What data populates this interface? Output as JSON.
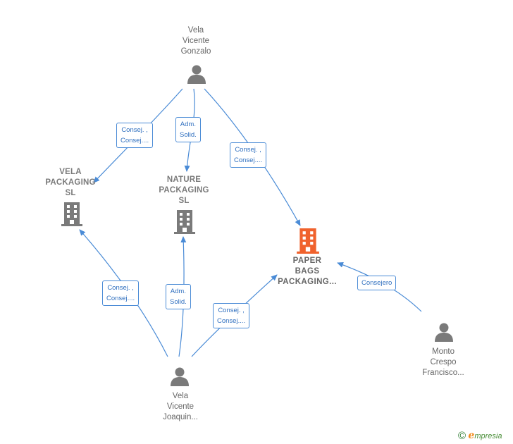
{
  "persons": {
    "vela_gonzalo": {
      "label": "Vela\nVicente\nGonzalo",
      "icon": "person-icon"
    },
    "vela_joaquin": {
      "label": "Vela\nVicente\nJoaquin...",
      "icon": "person-icon"
    },
    "monto_crespo": {
      "label": "Monto\nCrespo\nFrancisco...",
      "icon": "person-icon"
    }
  },
  "companies": {
    "vela_packaging": {
      "label": "VELA\nPACKAGING\nSL",
      "icon": "building-icon",
      "color": "#7a7a7a"
    },
    "nature_packaging": {
      "label": "NATURE\nPACKAGING\nSL",
      "icon": "building-icon",
      "color": "#7a7a7a"
    },
    "paper_bags": {
      "label": "PAPER\nBAGS\nPACKAGING...",
      "icon": "building-icon",
      "color": "#f0622d"
    }
  },
  "edges": {
    "gonzalo_vela": "Consej. ,\nConsej....",
    "gonzalo_nature": "Adm.\nSolid.",
    "gonzalo_paper": "Consej. ,\nConsej....",
    "joaquin_vela": "Consej. ,\nConsej....",
    "joaquin_nature": "Adm.\nSolid.",
    "joaquin_paper": "Consej. ,\nConsej....",
    "monto_paper": "Consejero"
  },
  "colors": {
    "edge": "#4a8bd6",
    "person": "#7a7a7a",
    "focus_company": "#f0622d",
    "company": "#7a7a7a"
  },
  "footer": {
    "copyright": "©",
    "brand_first": "e",
    "brand_rest": "mpresia"
  }
}
